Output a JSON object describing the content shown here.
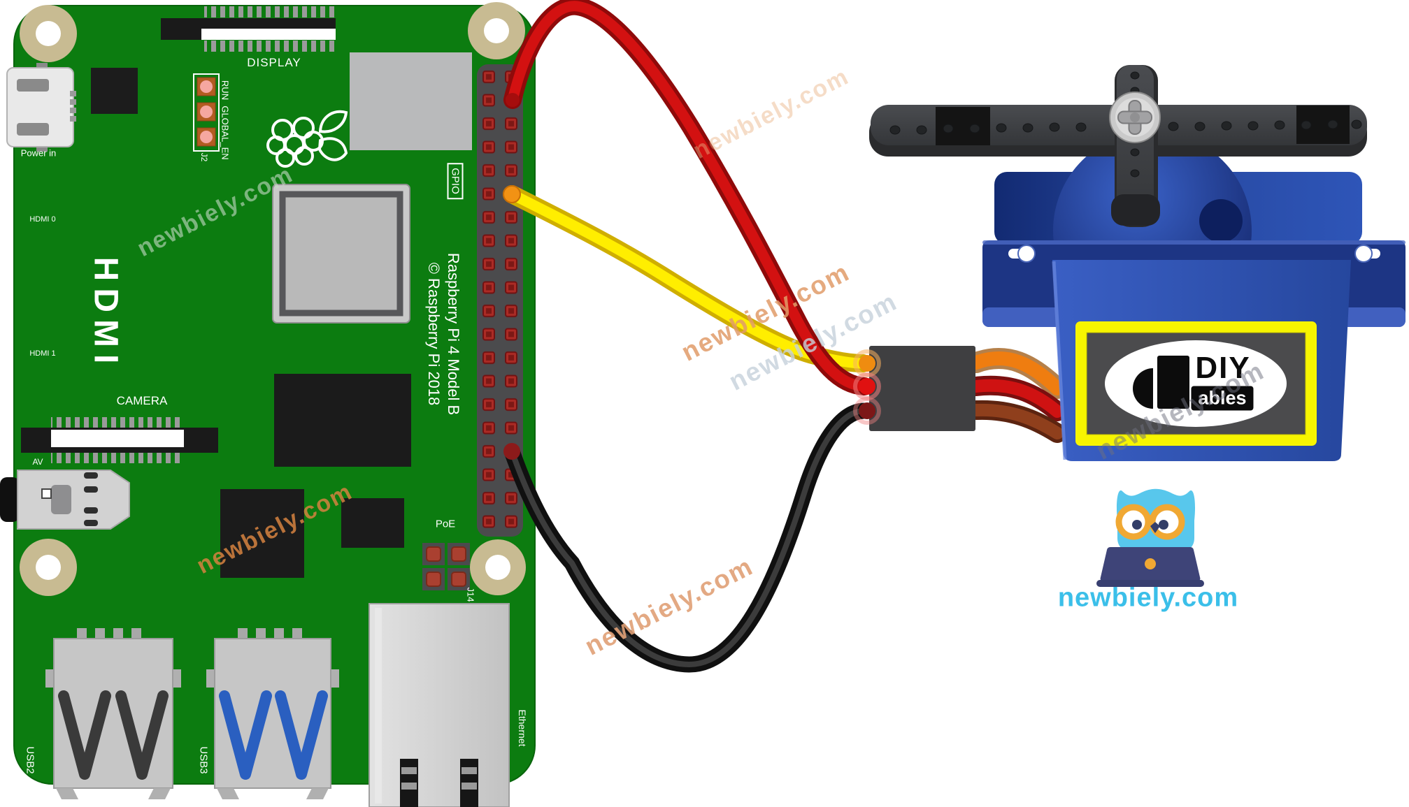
{
  "board": {
    "display": "DISPLAY",
    "power_in": "Power in",
    "run": "RUN",
    "global_en": "GLOBAL_EN",
    "j2": "J2",
    "hdmi_big": "HDMI",
    "hdmi0": "HDMI 0",
    "hdmi1": "HDMI 1",
    "camera": "CAMERA",
    "av": "AV",
    "gpio": "GPIO",
    "model": "Raspberry Pi 4 Model B",
    "copyright": "© Raspberry Pi 2018",
    "poe": "PoE",
    "j14": "J14",
    "ethernet": "Ethernet",
    "usb2": "USB2",
    "usb3": "USB3"
  },
  "servo": {
    "label_title": "DIY",
    "label_sub": "ables"
  },
  "branding": {
    "site": "newbiely.com"
  },
  "watermarks": [
    {
      "text": "newbiely.com"
    },
    {
      "text": "newbiely.com"
    },
    {
      "text": "newbiely.com"
    },
    {
      "text": "newbiely.com"
    },
    {
      "text": "newbiely.com"
    },
    {
      "text": "newbiely.com"
    },
    {
      "text": "newbiely.com"
    }
  ],
  "colors": {
    "board_green": "#0c7c10",
    "wire_red": "#d31111",
    "wire_yellow": "#ffe400",
    "wire_black": "#141414",
    "servo_blue": "#2c52b0",
    "label_yellow": "#f7f500",
    "site_cyan": "#3bbfe9",
    "pin_red": "#ab2b25",
    "watermark_orange": "#d6823f"
  }
}
